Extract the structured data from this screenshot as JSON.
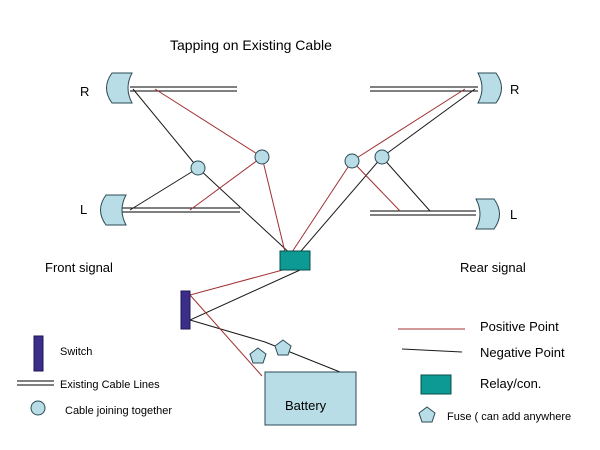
{
  "title": "Tapping on Existing Cable",
  "labels": {
    "front_r": "R",
    "front_l": "L",
    "rear_r": "R",
    "rear_l": "L",
    "front_signal": "Front signal",
    "rear_signal": "Rear signal",
    "battery": "Battery"
  },
  "legend_left": {
    "switch": "Switch",
    "cable_lines": "Existing Cable Lines",
    "cable_join": "Cable joining together"
  },
  "legend_right": {
    "positive": "Positive Point",
    "negative": "Negative Point",
    "relay": "Relay/con.",
    "fuse": "Fuse ( can add anywhere"
  },
  "colors": {
    "positive_wire": "#a03030",
    "negative_wire": "#1a1a1a",
    "relay": "#0e9a94",
    "switch": "#3a2e8a",
    "component_fill": "#b9dde6"
  },
  "icons": {
    "lamp": "lamp-icon",
    "join": "cable-join-icon",
    "fuse": "fuse-icon",
    "relay": "relay-icon",
    "switch": "switch-icon"
  }
}
